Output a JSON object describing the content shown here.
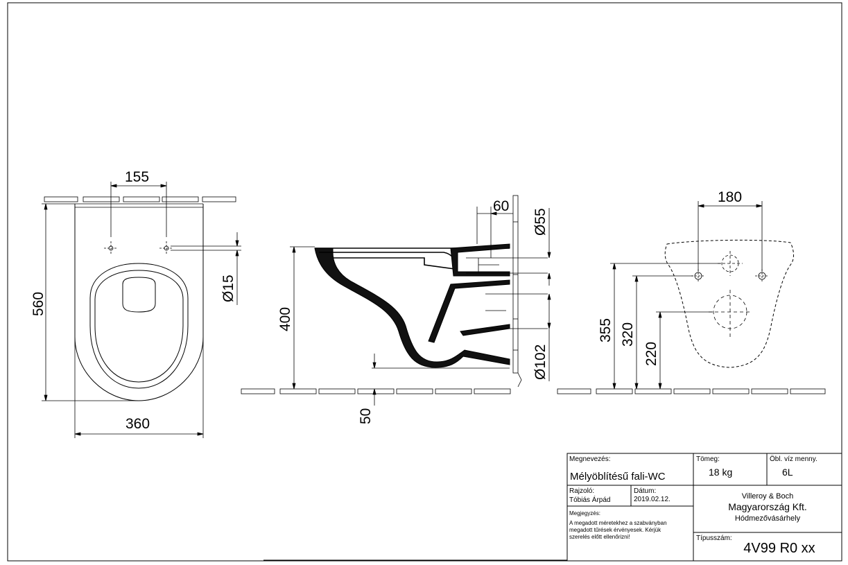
{
  "dimensions": {
    "top_holes": "155",
    "height_560": "560",
    "width_360": "360",
    "hole_d15": "Ø15",
    "side_60": "60",
    "side_d55": "Ø55",
    "side_400": "400",
    "side_d102": "Ø102",
    "side_50": "50",
    "rear_180": "180",
    "rear_355": "355",
    "rear_320": "320",
    "rear_220": "220"
  },
  "title_block": {
    "name_label": "Megnevezés:",
    "name_value": "Mélyöblítésű fali-WC",
    "weight_label": "Tömeg:",
    "weight_value": "18 kg",
    "flush_label": "Öbl. víz menny.",
    "flush_value": "6L",
    "drawn_label": "Rajzoló:",
    "drawn_value": "Tóbiás Árpád",
    "date_label": "Dátum:",
    "date_value": "2019.02.12.",
    "company_line1": "Villeroy & Boch",
    "company_line2": "Magyarország Kft.",
    "company_line3": "Hódmezővásárhely",
    "note_label": "Megjegyzés:",
    "note_line1": "A megadott méretekhez a szabványban",
    "note_line2": "megadott tűrések érvényesek. Kérjük",
    "note_line3": "szerelés előtt ellenőrizni!",
    "type_label": "Típusszám:",
    "type_value": "4V99 R0 xx"
  }
}
